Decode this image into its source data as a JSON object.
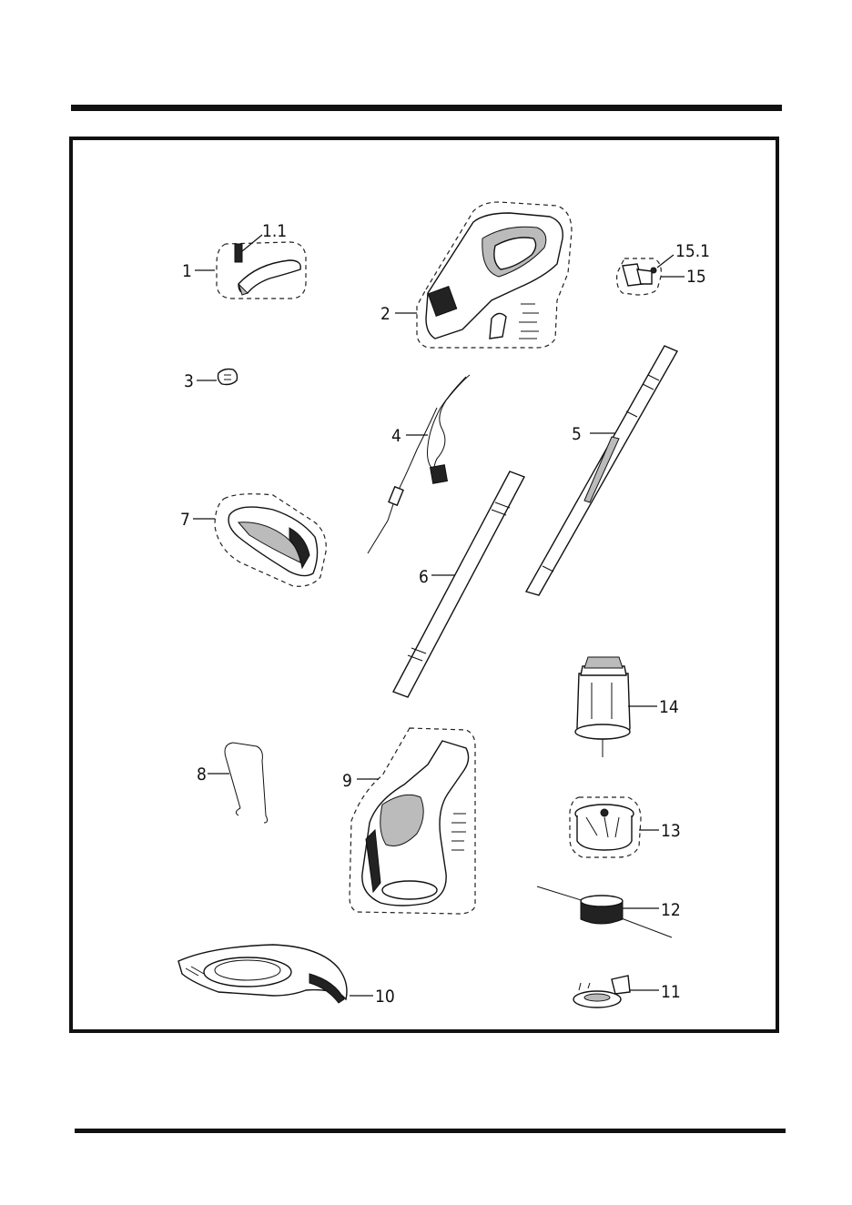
{
  "diagram": {
    "callouts": {
      "p1": "1",
      "p1_1": "1.1",
      "p2": "2",
      "p3": "3",
      "p4": "4",
      "p5": "5",
      "p6": "6",
      "p7": "7",
      "p8": "8",
      "p9": "9",
      "p10": "10",
      "p11": "11",
      "p12": "12",
      "p13": "13",
      "p14": "14",
      "p15": "15",
      "p15_1": "15.1"
    }
  }
}
